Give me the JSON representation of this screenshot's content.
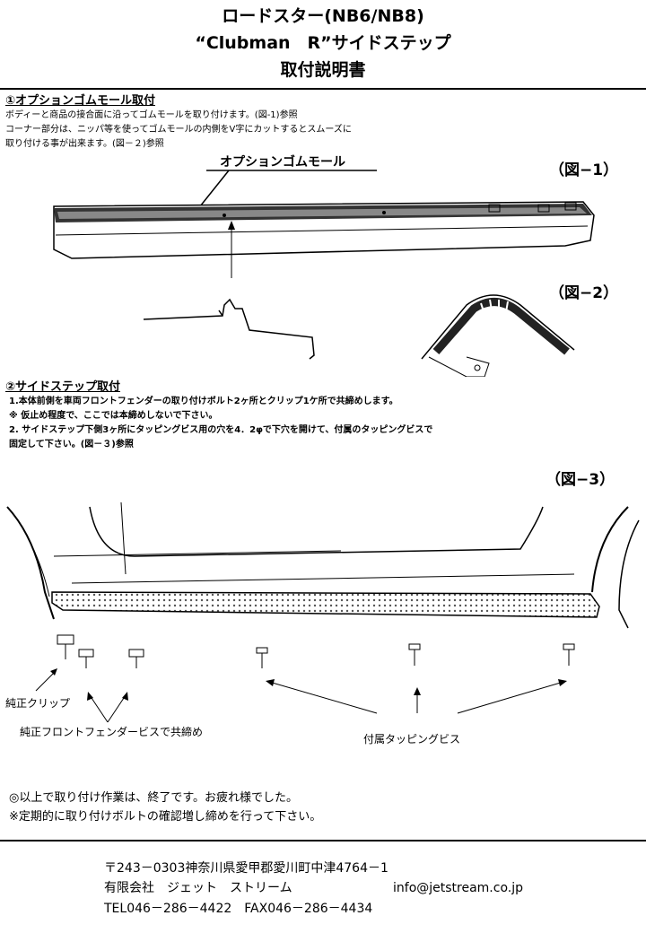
{
  "header": {
    "title_line1": "ロードスター(NB6/NB8)",
    "title_line2": "“Clubman　R”サイドステップ",
    "title_line3": "取付説明書"
  },
  "section1": {
    "heading": "①オプションゴムモール取付",
    "lines": [
      "ボディーと商品の接合面に沿ってゴムモールを取り付けます。(図-1)参照",
      "コーナー部分は、ニッパ等を使ってゴムモールの内側をV字にカットするとスムーズに",
      "取り付ける事が出来ます。(図－２)参照"
    ],
    "fig1_label": "（図−1）",
    "fig1_callout": "オプションゴムモール",
    "fig2_label": "（図−2）"
  },
  "section2": {
    "heading": "②サイドステップ取付",
    "lines": [
      "1.本体前側を車両フロントフェンダーの取り付けボルト2ヶ所とクリップ1ケ所で共締めします。",
      "※ 仮止め程度で、ここでは本締めしないで下さい。",
      "2. サイドステップ下側3ヶ所にタッピングビス用の穴を4．2φで下穴を開けて、付属のタッピングビスで",
      "固定して下さい。(図－３)参照"
    ],
    "fig3_label": "（図−3）",
    "callout_clip": "純正クリップ",
    "callout_fender": "純正フロントフェンダービスで共締め",
    "callout_screw": "付属タッピングビス"
  },
  "closing": {
    "line1": "◎以上で取り付け作業は、終了です。お疲れ様でした。",
    "line2": "※定期的に取り付けボルトの確認増し締めを行って下さい。"
  },
  "footer": {
    "address": "〒243－0303神奈川県愛甲郡愛川町中津4764－1",
    "company": "有限会社　ジェット　ストリーム",
    "email": "info@jetstream.co.jp",
    "phone": "TEL046－286－4422　FAX046－286－4434"
  }
}
